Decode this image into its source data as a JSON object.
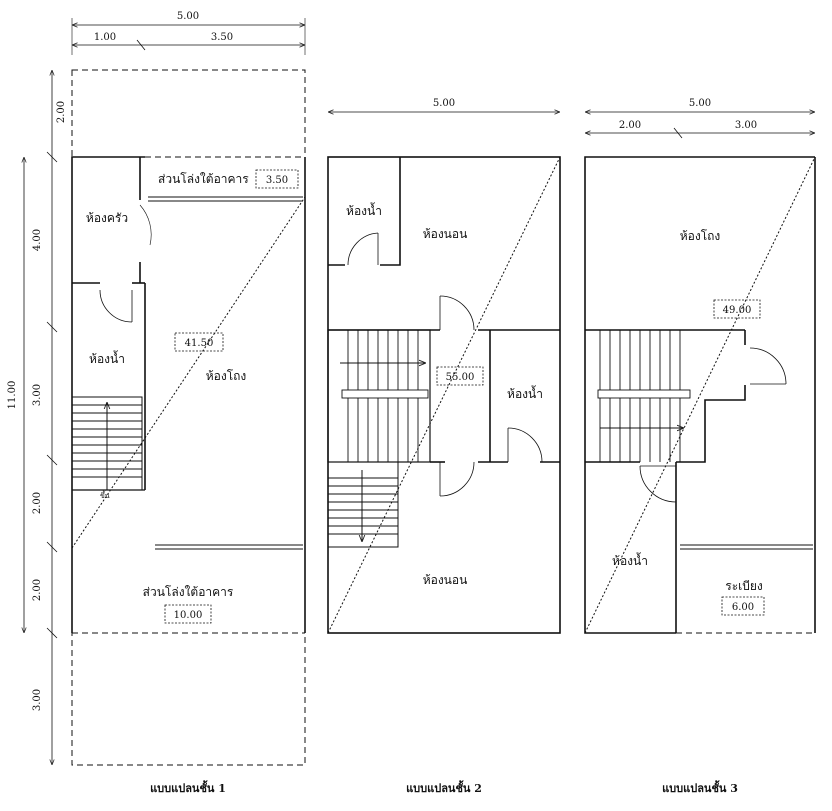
{
  "plans": [
    {
      "caption": "แบบแปลนชั้น 1",
      "dims_top": {
        "total": "5.00",
        "left": "1.00",
        "right": "3.50"
      },
      "dims_left": {
        "overall": "11.00",
        "seg1": "2.00",
        "seg2": "4.00",
        "seg3": "3.00",
        "seg4": "2.00",
        "seg5": "2.00",
        "seg6": "3.00"
      },
      "rooms": {
        "open_back": "ส่วนโล่งใต้อาคาร",
        "open_back_area": "3.50",
        "kitchen": "ห้องครัว",
        "bathroom": "ห้องน้ำ",
        "hall": "ห้องโถง",
        "hall_area": "41.50",
        "open_front": "ส่วนโล่งใต้อาคาร",
        "open_front_area": "10.00",
        "stair_mark": "ขึ้น"
      }
    },
    {
      "caption": "แบบแปลนชั้น 2",
      "dims_top": {
        "total": "5.00"
      },
      "rooms": {
        "bathroom1": "ห้องน้ำ",
        "bedroom1": "ห้องนอน",
        "area": "55.00",
        "bathroom2": "ห้องน้ำ",
        "bedroom2": "ห้องนอน"
      }
    },
    {
      "caption": "แบบแปลนชั้น 3",
      "dims_top": {
        "total": "5.00",
        "left": "2.00",
        "right": "3.00"
      },
      "rooms": {
        "hall": "ห้องโถง",
        "area": "49.00",
        "bathroom": "ห้องน้ำ",
        "balcony": "ระเบียง",
        "balcony_area": "6.00"
      }
    }
  ]
}
